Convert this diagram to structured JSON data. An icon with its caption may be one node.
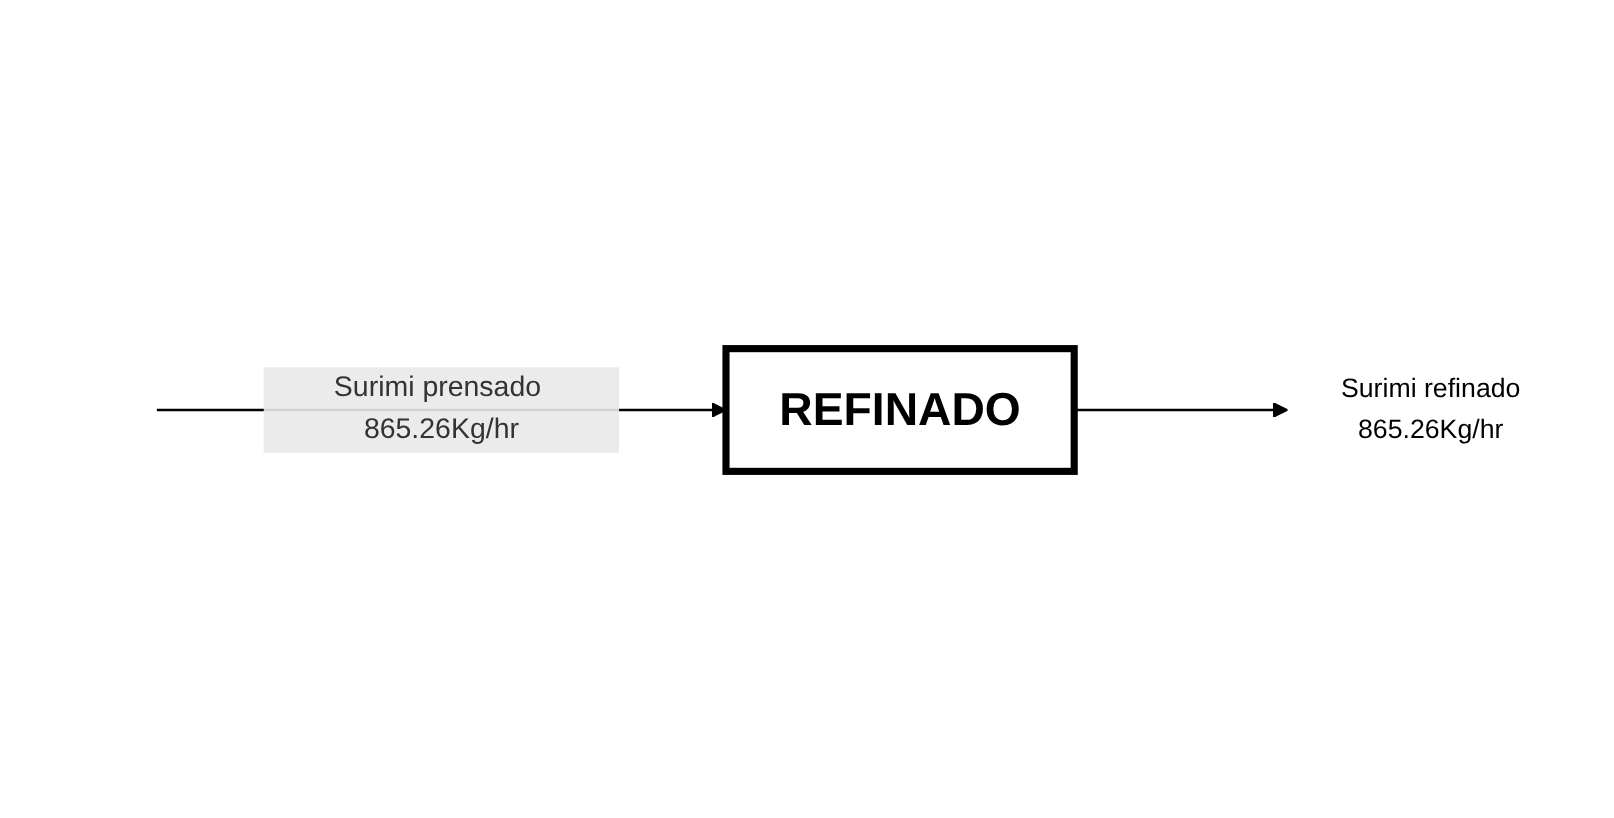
{
  "diagram": {
    "nodes": [
      {
        "text": [
          "REFINADO"
        ]
      },
      {
        "text": [
          "Surimi refinado",
          "865.26Kg/hr"
        ]
      }
    ],
    "edges": [
      {
        "from": null,
        "to": 0,
        "arrow": "to",
        "label": "Surimi prensado 865.26Kg/hr"
      },
      {
        "from": 0,
        "to": 1,
        "arrow": "to"
      }
    ]
  }
}
